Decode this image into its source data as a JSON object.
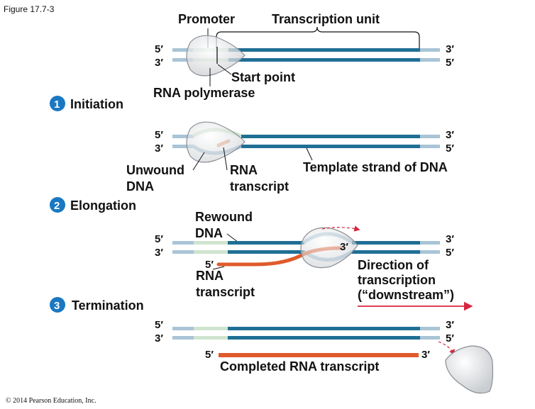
{
  "figure_label": "Figure 17.7-3",
  "credit": "© 2014 Pearson Education, Inc.",
  "colors": {
    "dna": "#1f6f94",
    "dna_light": "#a9c4d6",
    "promoter": "#cfe4cf",
    "rna": "#e05a2b",
    "arrow": "#d7263d",
    "polymerase": "#e6e7e9",
    "step_circle": "#1a78c2"
  },
  "labels": {
    "promoter": "Promoter",
    "transcription_unit": "Transcription unit",
    "start_point": "Start point",
    "rna_polymerase": "RNA polymerase",
    "unwound_dna_1": "Unwound",
    "unwound_dna_2": "DNA",
    "rna_transcript_1": "RNA",
    "rna_transcript_2": "transcript",
    "template_strand": "Template strand of DNA",
    "rewound_dna_1": "Rewound",
    "rewound_dna_2": "DNA",
    "direction_1": "Direction of",
    "direction_2": "transcription",
    "direction_3": "(“downstream”)",
    "completed_rna": "Completed RNA transcript",
    "end_5": "5′",
    "end_3": "3′"
  },
  "steps": [
    {
      "number": "1",
      "label": "Initiation"
    },
    {
      "number": "2",
      "label": "Elongation"
    },
    {
      "number": "3",
      "label": "Termination"
    }
  ]
}
